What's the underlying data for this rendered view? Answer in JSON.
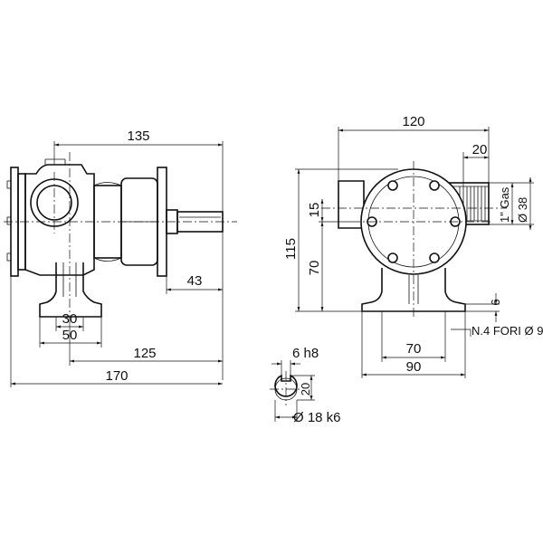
{
  "side_view": {
    "dim_overall_length": "135",
    "dim_shaft_projection": "43",
    "dim_foot_inner": "30",
    "dim_foot_outer": "50",
    "dim_center_to_shaft": "125",
    "dim_total_length": "170"
  },
  "front_view": {
    "dim_width": "120",
    "dim_port_offset": "20",
    "dim_port_diameter": "Ø 38",
    "dim_thread": "1\" Gas",
    "dim_height": "115",
    "dim_axis_height": "70",
    "dim_port_height": "15",
    "dim_base_thickness": "6",
    "holes_note": "N.4 FORI Ø  9",
    "dim_hole_spacing": "70",
    "dim_base_width": "90"
  },
  "shaft_section": {
    "dim_key_width": "6 h8",
    "dim_key_height": "20",
    "dim_shaft_diameter": "Ø 18 k6"
  }
}
